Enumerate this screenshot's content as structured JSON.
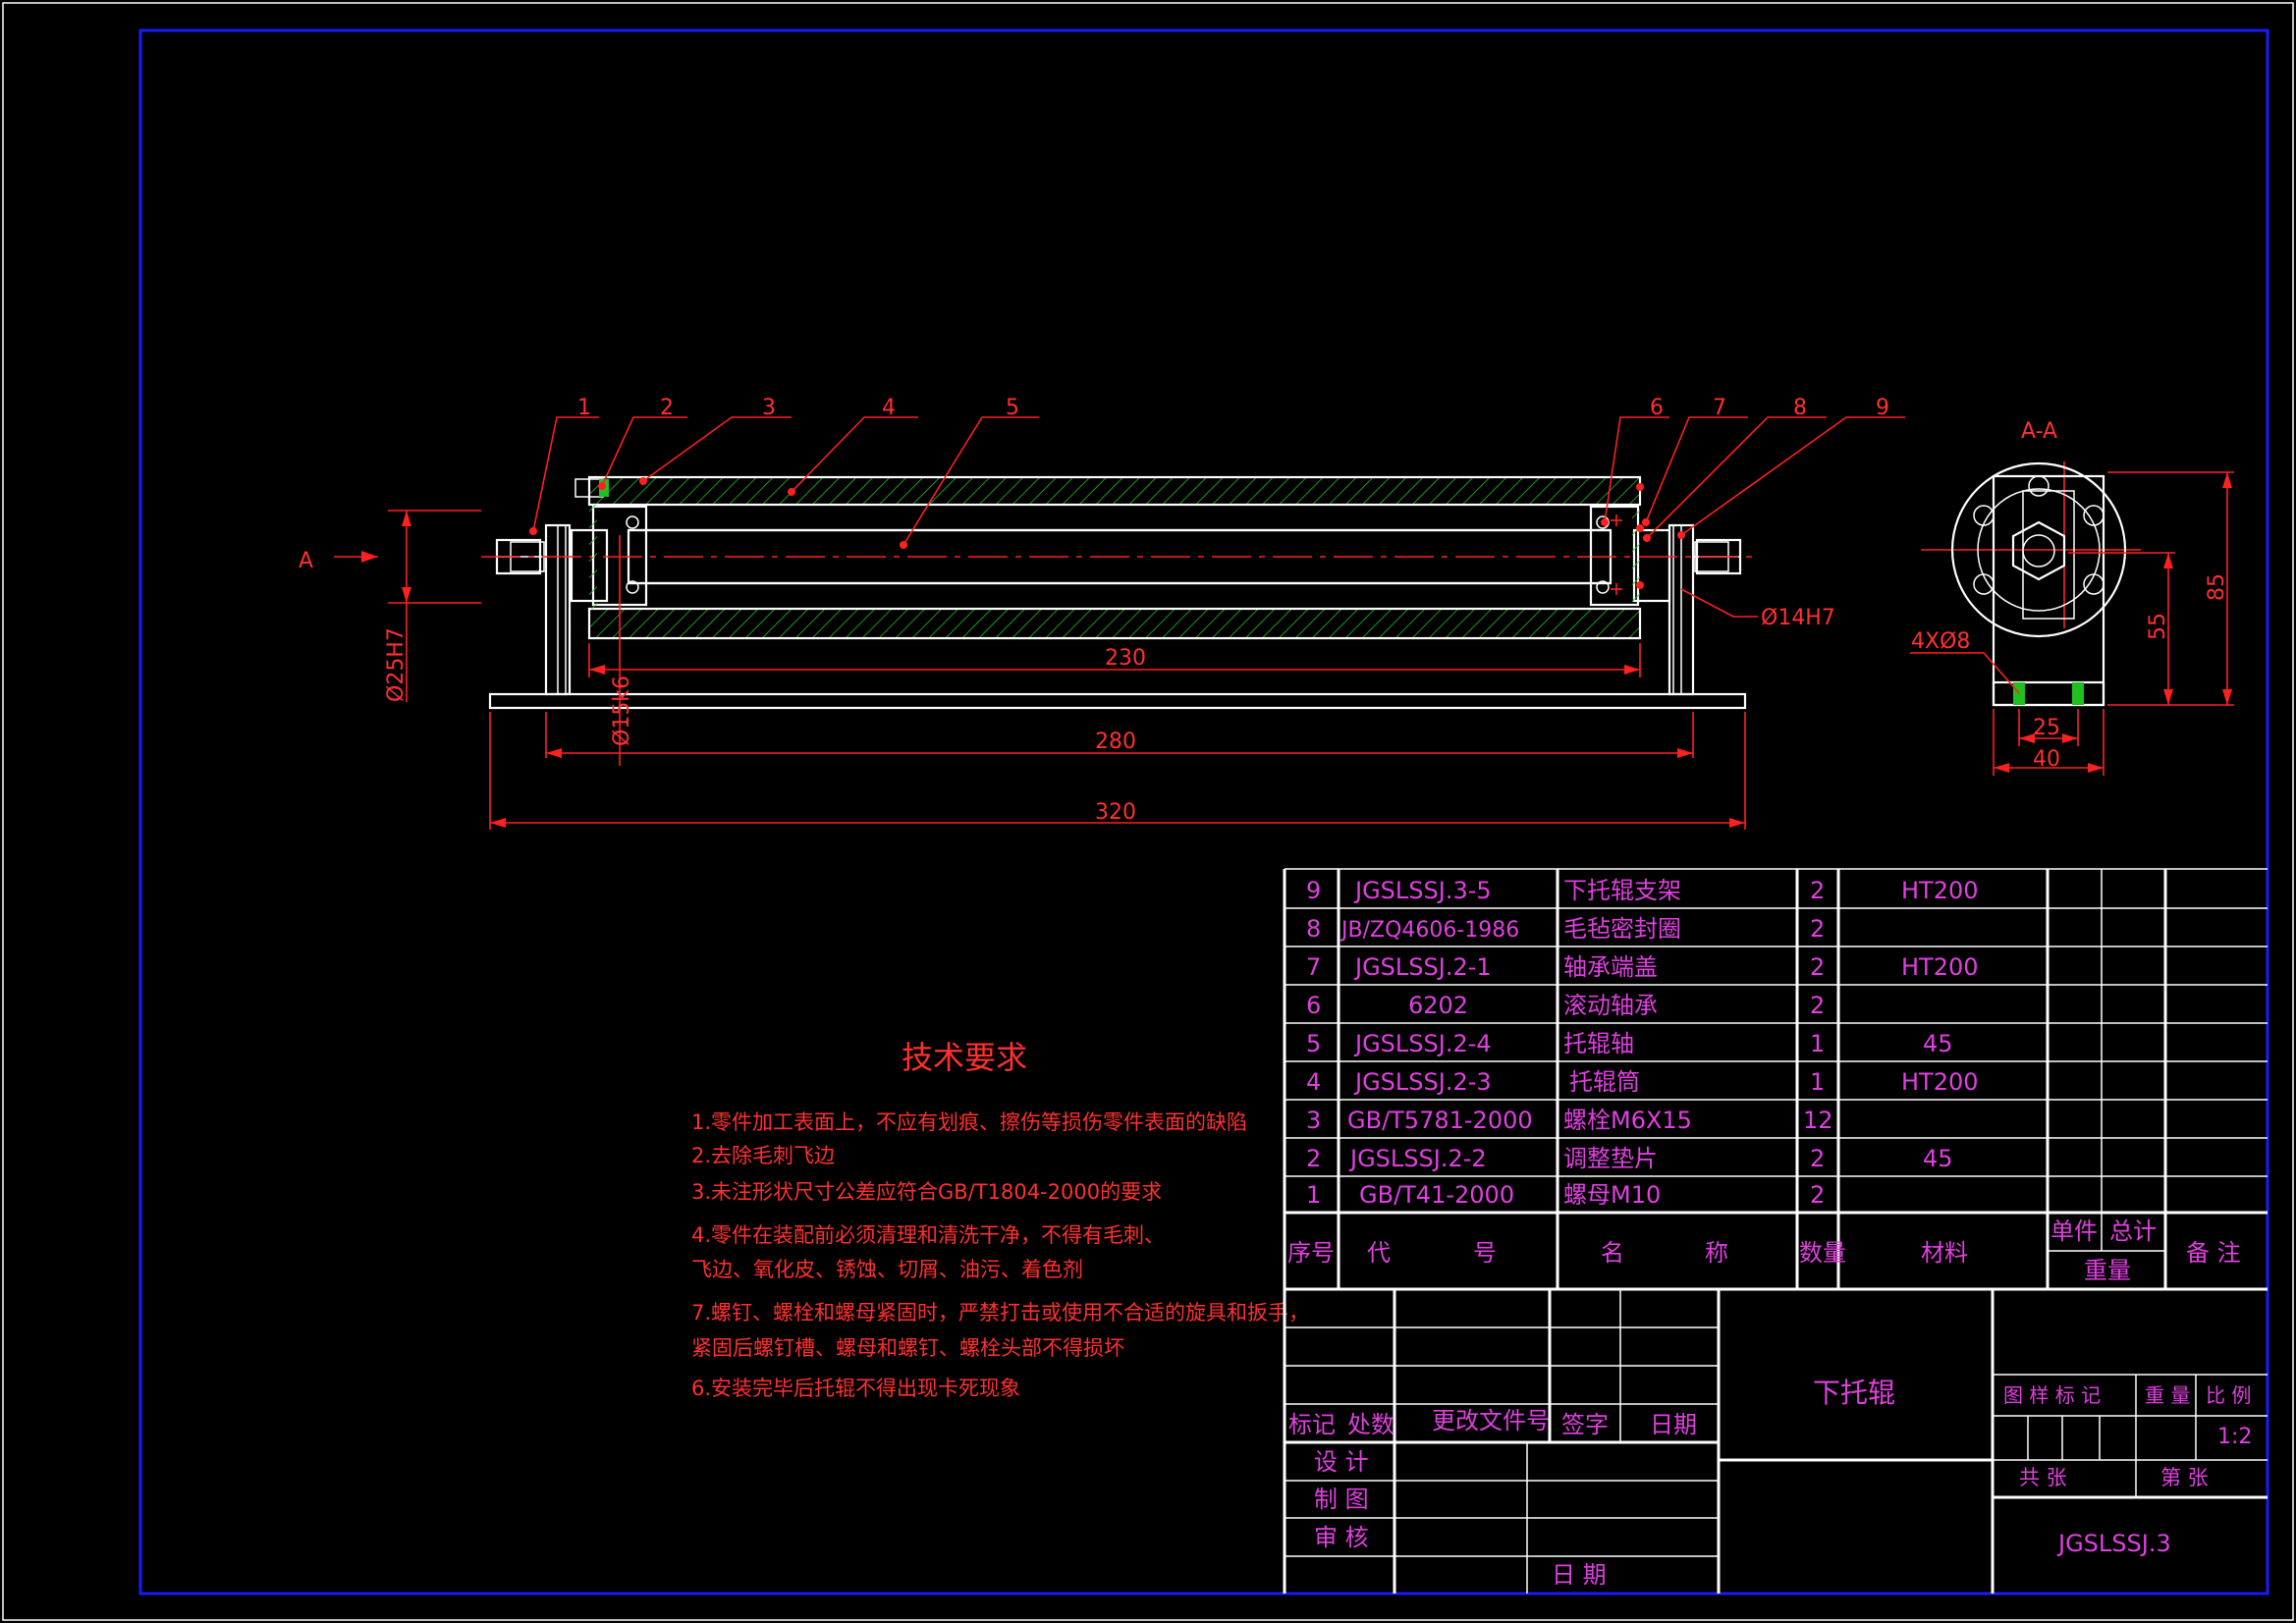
{
  "drawing": {
    "balloons": [
      "1",
      "2",
      "3",
      "4",
      "5",
      "6",
      "7",
      "8",
      "9"
    ],
    "section_mark": "A",
    "section_view_title": "A-A",
    "dimensions": {
      "d_bore": "Ø25H7",
      "d_shaft_left": "Ø15k6",
      "d_bearing": "Ø14H7",
      "len_230": "230",
      "len_280": "280",
      "len_320": "320",
      "holes": "4XØ8",
      "h_85": "85",
      "h_55": "55",
      "w_25": "25",
      "w_40": "40"
    },
    "colors": {
      "frame": "#1a1aff",
      "outline": "#ffffff",
      "dimension": "#ff2020",
      "hatch": "#20c020",
      "table_text": "#e040e0",
      "table_lines": "#ffffff"
    }
  },
  "tech_requirements": {
    "title": "技术要求",
    "items": [
      "1.零件加工表面上，不应有划痕、擦伤等损伤零件表面的缺陷",
      "2.去除毛刺飞边",
      "3.未注形状尺寸公差应符合GB/T1804-2000的要求",
      "4.零件在装配前必须清理和清洗干净，不得有毛刺、",
      "   飞边、氧化皮、锈蚀、切屑、油污、着色剂",
      "7.螺钉、螺栓和螺母紧固时，严禁打击或使用不合适的旋具和扳手，",
      "   紧固后螺钉槽、螺母和螺钉、螺栓头部不得损坏",
      "6.安装完毕后托辊不得出现卡死现象"
    ]
  },
  "bom": {
    "rows": [
      {
        "no": "9",
        "code": "JGSLSSJ.3-5",
        "name": "下托辊支架",
        "qty": "2",
        "material": "HT200"
      },
      {
        "no": "8",
        "code": "JB/ZQ4606-1986",
        "name": "毛毡密封圈",
        "qty": "2",
        "material": ""
      },
      {
        "no": "7",
        "code": "JGSLSSJ.2-1",
        "name": "轴承端盖",
        "qty": "2",
        "material": "HT200"
      },
      {
        "no": "6",
        "code": "6202",
        "name": "滚动轴承",
        "qty": "2",
        "material": ""
      },
      {
        "no": "5",
        "code": "JGSLSSJ.2-4",
        "name": "托辊轴",
        "qty": "1",
        "material": "45"
      },
      {
        "no": "4",
        "code": "JGSLSSJ.2-3",
        "name": "托辊筒",
        "qty": "1",
        "material": "HT200"
      },
      {
        "no": "3",
        "code": "GB/T5781-2000",
        "name": "螺栓M6X15",
        "qty": "12",
        "material": ""
      },
      {
        "no": "2",
        "code": "JGSLSSJ.2-2",
        "name": "调整垫片",
        "qty": "2",
        "material": "45"
      },
      {
        "no": "1",
        "code": "GB/T41-2000",
        "name": "螺母M10",
        "qty": "2",
        "material": ""
      }
    ],
    "header": {
      "no": "序号",
      "code_1": "代",
      "code_2": "号",
      "name_1": "名",
      "name_2": "称",
      "qty": "数量",
      "material": "材料",
      "unit": "单件",
      "total": "总计",
      "weight": "重量",
      "remark": "备 注"
    }
  },
  "title_block": {
    "drawing_name": "下托辊",
    "drawing_number": "JGSLSSJ.3",
    "scale": "1:2",
    "labels": {
      "mark": "标记",
      "count": "处数",
      "change_doc": "更改文件号",
      "sign": "签字",
      "date": "日期",
      "design": "设  计",
      "draw": "制  图",
      "check": "审  核",
      "date2": "日  期",
      "fig_mark": "图 样 标 记",
      "weight": "重 量",
      "ratio": "比 例",
      "total_sheets": "共      张",
      "sheet_no": "第      张"
    }
  }
}
